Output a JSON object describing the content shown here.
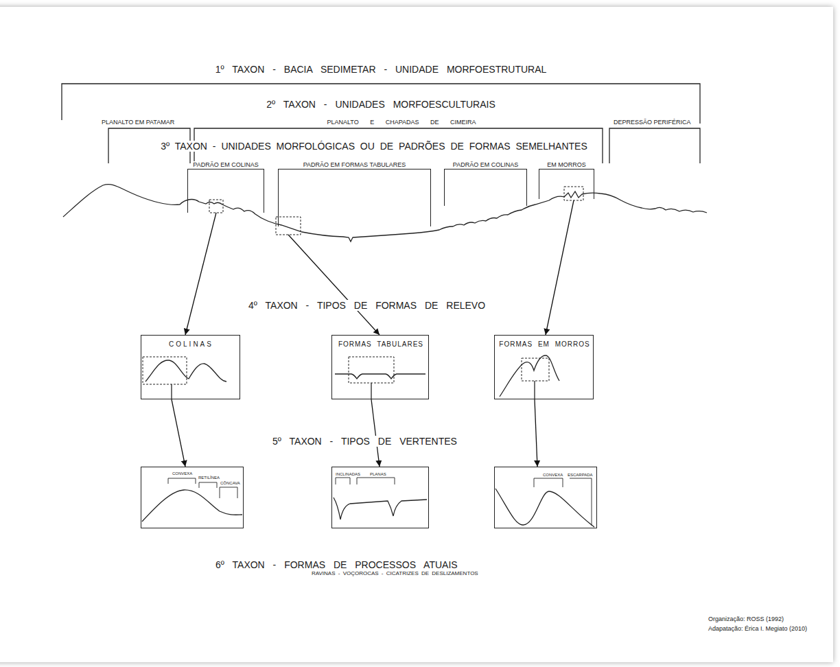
{
  "diagram": {
    "nodes": [
      {
        "text": [
          "PADRÃO EM COLINAS"
        ]
      },
      {
        "text": [
          "PADRÃO EM FORMAS TABULARES"
        ]
      },
      {
        "text": [
          "PADRÃO EM COLINAS"
        ]
      },
      {
        "text": [
          "EM MORROS"
        ]
      },
      {
        "text": [
          "COLINAS"
        ]
      },
      {
        "text": [
          "FORMAS TABULARES"
        ]
      },
      {
        "text": [
          "FORMAS EM MORROS"
        ]
      },
      {
        "text": [
          "CONVEXA",
          "RETILÍNEA",
          "CÔNCAVA"
        ]
      },
      {
        "text": [
          "INCLINADAS",
          "PLANAS"
        ]
      },
      {
        "text": [
          "CONVEXA",
          "ESCARPADA"
        ]
      }
    ],
    "edges": [
      {
        "from": 0,
        "to": 4,
        "arrow": "to"
      },
      {
        "from": 1,
        "to": 5,
        "arrow": "to"
      },
      {
        "from": 3,
        "to": 6,
        "arrow": "to"
      },
      {
        "from": 4,
        "to": 7,
        "arrow": "to"
      },
      {
        "from": 5,
        "to": 8,
        "arrow": "to"
      },
      {
        "from": 6,
        "to": 9,
        "arrow": "to"
      }
    ],
    "labels": [
      "1º TAXON - BACIA SEDIMETAR - UNIDADE MORFOESTRUTURAL",
      "2º TAXON - UNIDADES MORFOESCULTURAIS",
      "PLANALTO EM PATAMAR",
      "PLANALTO E CHAPADAS DE CIMEIRA",
      "DEPRESSÃO PERIFÉRICA",
      "3º TAXON - UNIDADES MORFOLÓGICAS OU DE PADRÕES DE FORMAS SEMELHANTES",
      "4º TAXON - TIPOS DE FORMAS DE RELEVO",
      "5º TAXON - TIPOS DE VERTENTES",
      "6º TAXON - FORMAS DE PROCESSOS ATUAIS",
      "RAVINAS - VOÇOROCAS - CICATRIZES DE DESLIZAMENTOS",
      "Organização: ROSS (1992)",
      "Adapatação: Érica I. Megiato (2010)"
    ]
  }
}
